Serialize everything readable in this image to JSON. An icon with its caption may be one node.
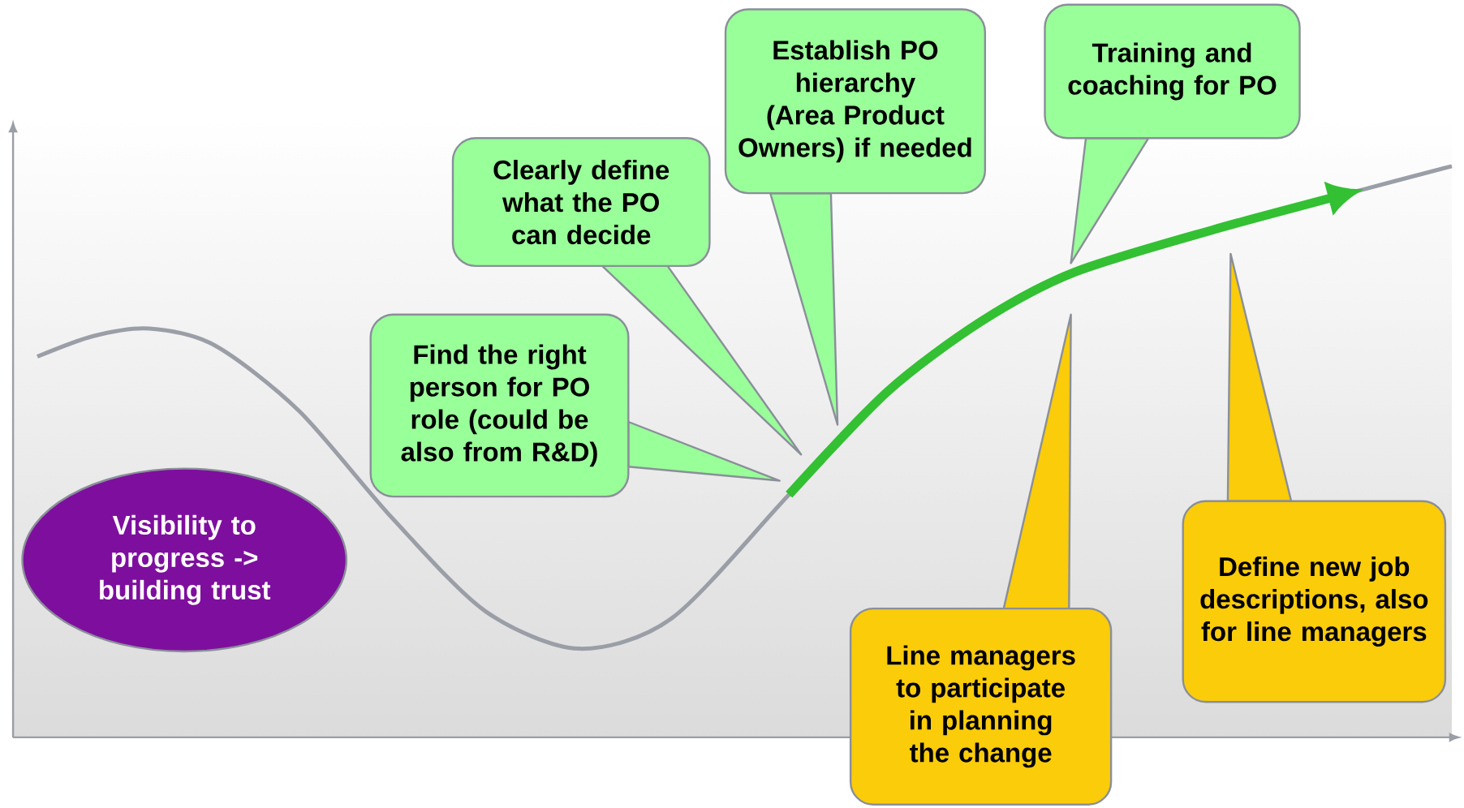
{
  "diagram": {
    "nodes": [
      {
        "text": [
          "Visibility to progress -> building trust"
        ]
      },
      {
        "text": [
          "Find the right person for PO role (could be also from R&D)"
        ]
      },
      {
        "text": [
          "Clearly define what the PO can decide"
        ]
      },
      {
        "text": [
          "Establish PO hierarchy (Area Product Owners) if needed"
        ]
      },
      {
        "text": [
          "Training and coaching for PO"
        ]
      },
      {
        "text": [
          "Line managers to participate in planning the change"
        ]
      },
      {
        "text": [
          "Define new job descriptions, also for line managers"
        ]
      }
    ]
  }
}
